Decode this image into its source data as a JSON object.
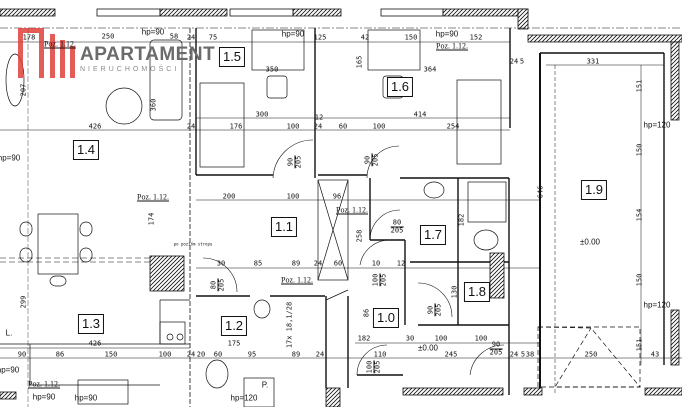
{
  "logo": {
    "name": "APARTAMENT",
    "subtitle": "NIERUCHOMOŚCI",
    "color": "#e0403a"
  },
  "rooms": [
    "1.0",
    "1.1",
    "1.2",
    "1.3",
    "1.4",
    "1.5",
    "1.6",
    "1.7",
    "1.8",
    "1.9"
  ],
  "notes": {
    "poz": "Poz. 1.12.",
    "vent": "po pozióm stropu"
  },
  "hp": {
    "hp90": "hp=90",
    "hp120": "hp=120"
  },
  "level": "±0.00",
  "stairs": "17x 18,1/28",
  "wc_label": "P.",
  "kitchen_label": "L.",
  "doors": {
    "d90": [
      "90",
      "205"
    ],
    "d80": [
      "80",
      "205"
    ],
    "d100": [
      "100",
      "205"
    ]
  },
  "dims": [
    "178",
    "250",
    "58",
    "24",
    "75",
    "125",
    "350",
    "360",
    "426",
    "176",
    "100",
    "300",
    "200",
    "96",
    "42",
    "150",
    "152",
    "165",
    "364",
    "414",
    "254",
    "331",
    "151",
    "646",
    "5",
    "60",
    "174",
    "299",
    "30",
    "85",
    "89",
    "175",
    "90",
    "86",
    "20",
    "95",
    "258",
    "182",
    "10",
    "12",
    "130",
    "110",
    "245",
    "38",
    "43",
    "154",
    "207",
    "12"
  ]
}
